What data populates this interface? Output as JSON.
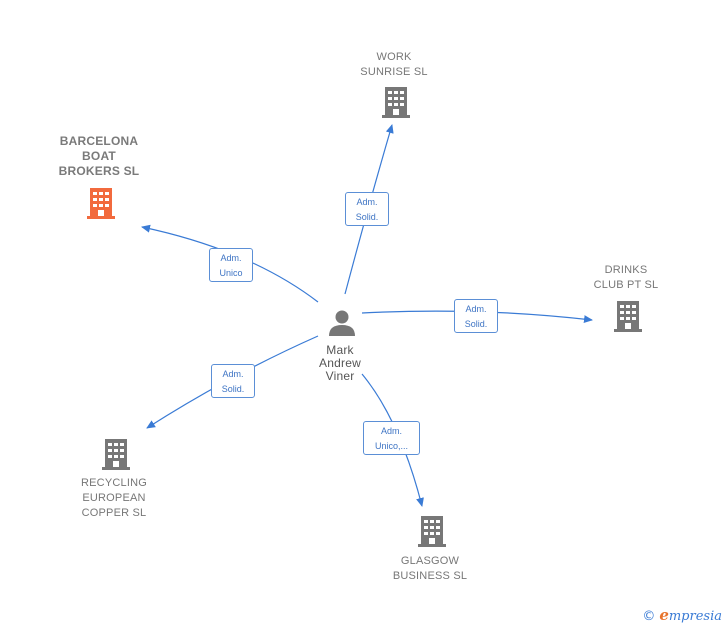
{
  "center": {
    "name_lines": [
      "Mark",
      "Andrew",
      "Viner"
    ],
    "icon": "person-icon"
  },
  "companies": [
    {
      "id": "barcelona",
      "name_lines": [
        "BARCELONA",
        "BOAT",
        "BROKERS  SL"
      ],
      "highlight": true,
      "color": "#f26a3d",
      "icon": "building-icon"
    },
    {
      "id": "work",
      "name_lines": [
        "WORK",
        "SUNRISE  SL"
      ],
      "highlight": false,
      "color": "#777777",
      "icon": "building-icon"
    },
    {
      "id": "drinks",
      "name_lines": [
        "DRINKS",
        "CLUB PT  SL"
      ],
      "highlight": false,
      "color": "#777777",
      "icon": "building-icon"
    },
    {
      "id": "recycling",
      "name_lines": [
        "RECYCLING",
        "EUROPEAN",
        "COPPER  SL"
      ],
      "highlight": false,
      "color": "#777777",
      "icon": "building-icon"
    },
    {
      "id": "glasgow",
      "name_lines": [
        "GLASGOW",
        "BUSINESS  SL"
      ],
      "highlight": false,
      "color": "#777777",
      "icon": "building-icon"
    }
  ],
  "edges": [
    {
      "to": "barcelona",
      "label_lines": [
        "Adm.",
        "Unico"
      ]
    },
    {
      "to": "work",
      "label_lines": [
        "Adm.",
        "Solid."
      ]
    },
    {
      "to": "drinks",
      "label_lines": [
        "Adm.",
        "Solid."
      ]
    },
    {
      "to": "recycling",
      "label_lines": [
        "Adm.",
        "Solid."
      ]
    },
    {
      "to": "glasgow",
      "label_lines": [
        "Adm.",
        "Unico,..."
      ]
    }
  ],
  "colors": {
    "edge": "#3a7bd5",
    "building": "#777777",
    "highlight": "#f26a3d"
  },
  "watermark": {
    "symbol": "©",
    "brand_initial": "e",
    "brand_rest": "mpresia"
  }
}
